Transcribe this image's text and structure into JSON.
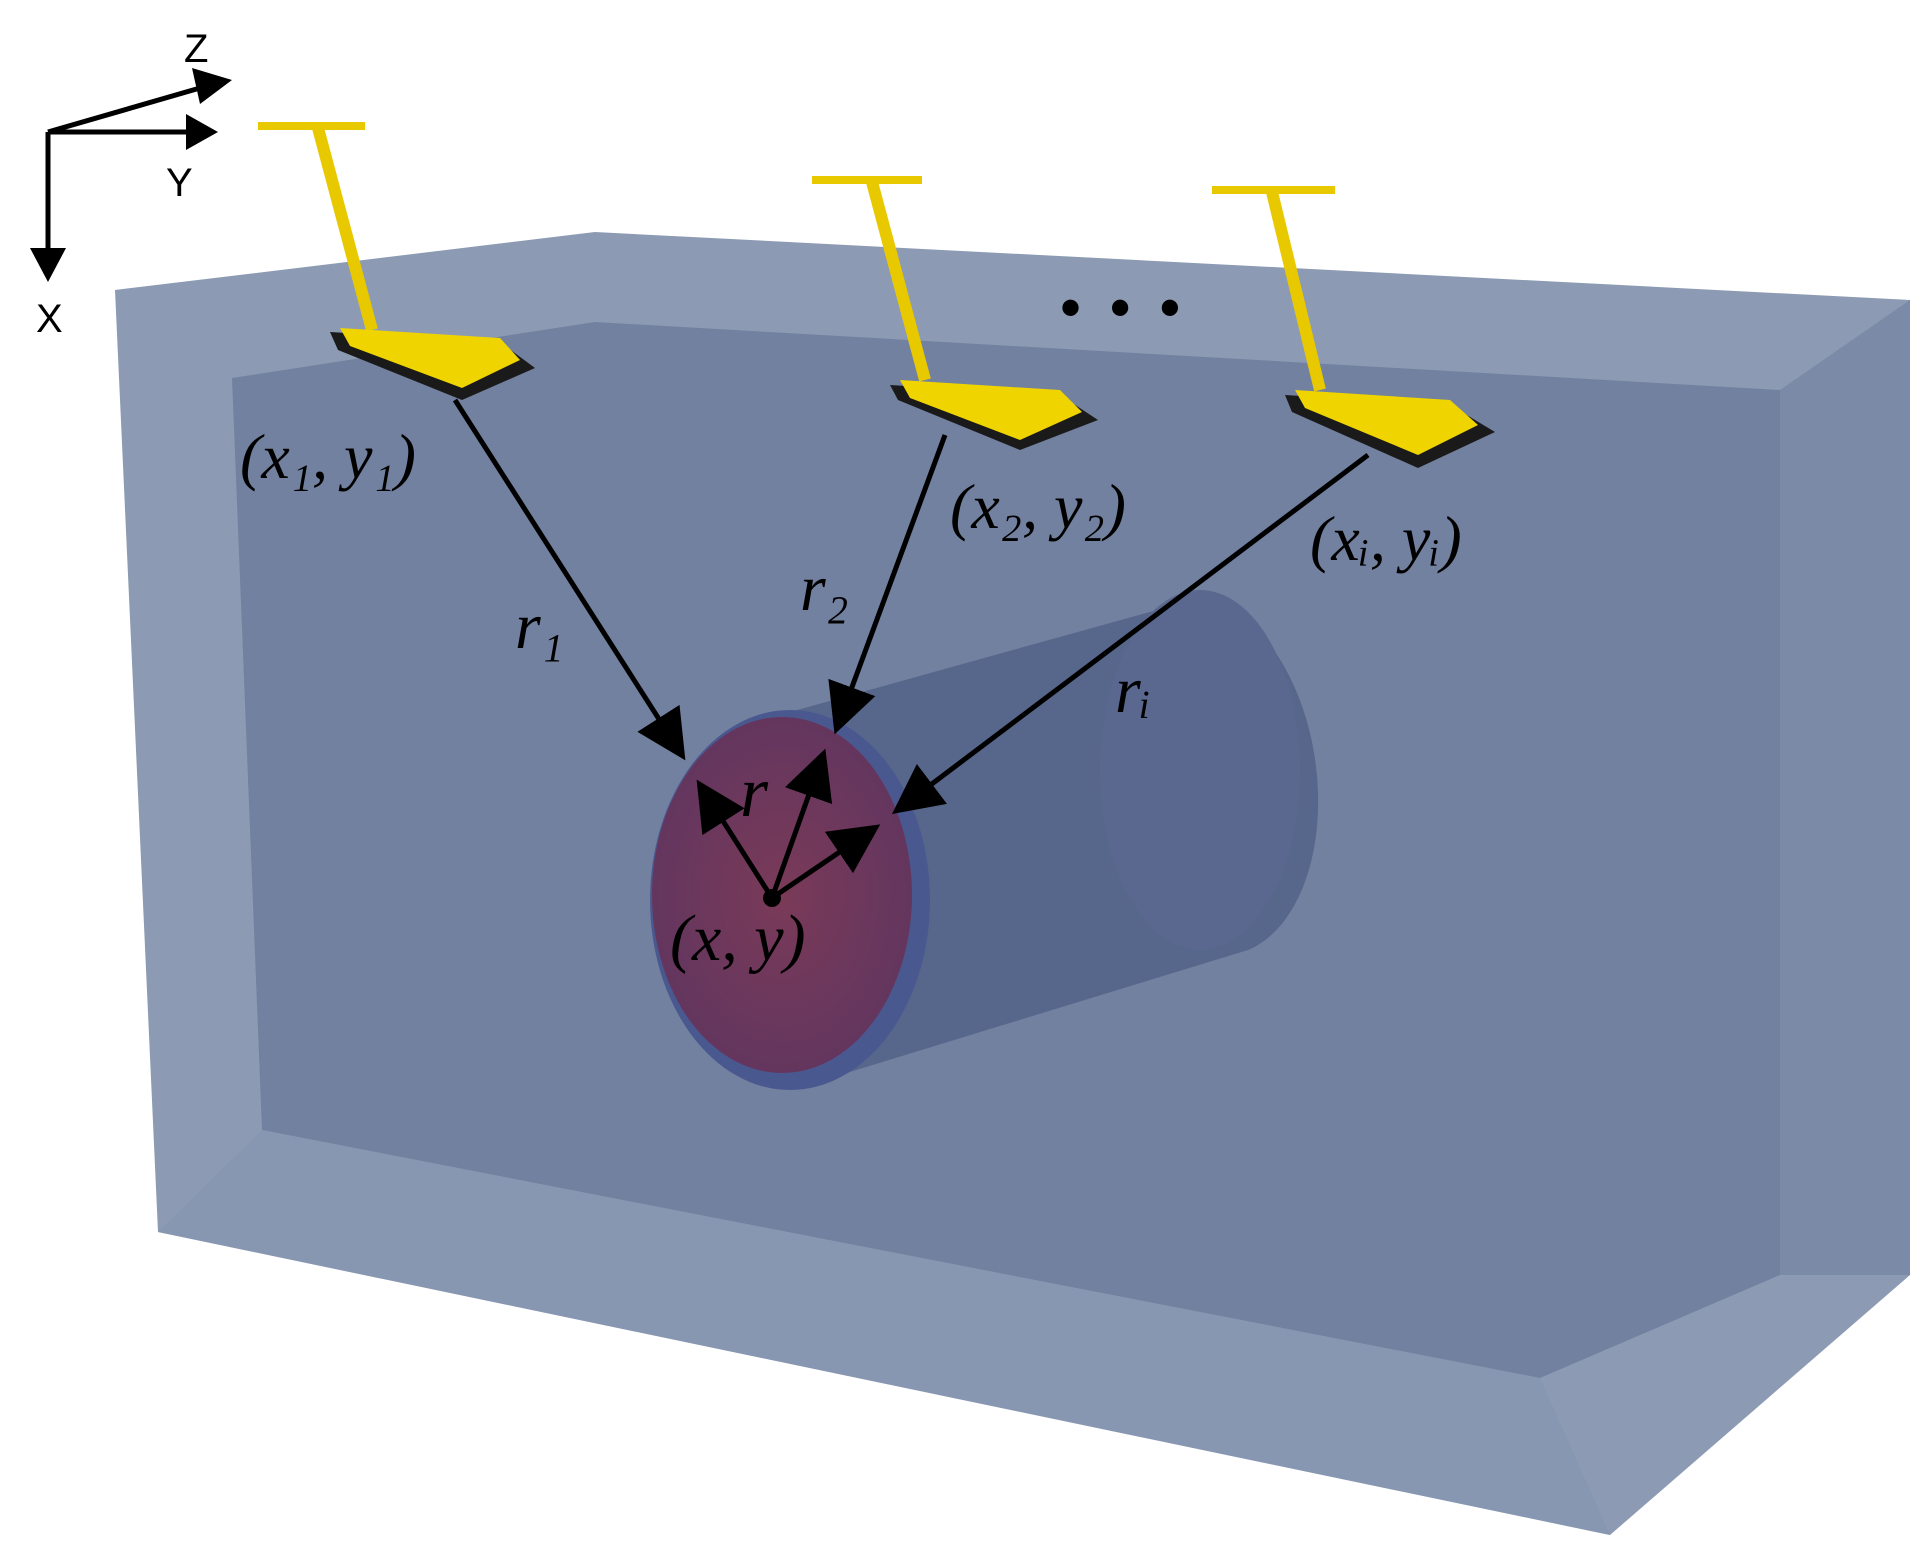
{
  "axes": {
    "x_label": "X",
    "y_label": "Y",
    "z_label": "Z"
  },
  "ellipsis": "• • •",
  "antennas": [
    {
      "label": "(x₁, y₁)",
      "range_label": "r₁"
    },
    {
      "label": "(x₂, y₂)",
      "range_label": "r₂"
    },
    {
      "label": "(xᵢ, yᵢ)",
      "range_label": "rᵢ"
    }
  ],
  "target": {
    "center_label": "(x, y)",
    "radius_label": "r"
  },
  "colors": {
    "box_outer": "#8c9bb3",
    "box_inner": "#6f7f9c",
    "cylinder_body": "#55648a",
    "cylinder_face": "#6a3a5a",
    "antenna_yellow": "#f0d400",
    "arrow": "#000000"
  }
}
